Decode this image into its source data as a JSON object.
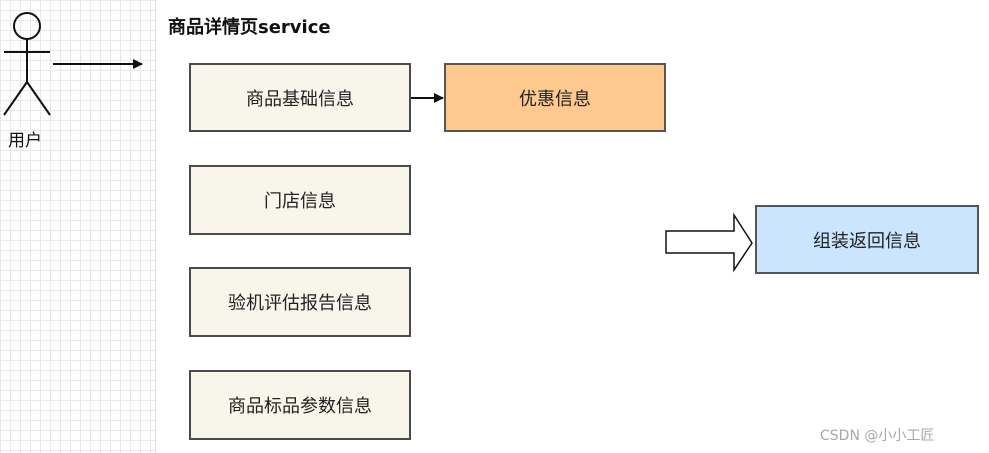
{
  "diagram": {
    "title": "商品详情页service",
    "actor_label": "用户",
    "boxes": {
      "goods_base": "商品基础信息",
      "discount": "优惠信息",
      "store": "门店信息",
      "inspection": "验机评估报告信息",
      "params": "商品标品参数信息",
      "assemble": "组装返回信息"
    },
    "colors": {
      "beige": "#f8f5eb",
      "orange": "#fec98f",
      "blue": "#cce5ff"
    }
  },
  "watermark": "CSDN @小小工匠"
}
